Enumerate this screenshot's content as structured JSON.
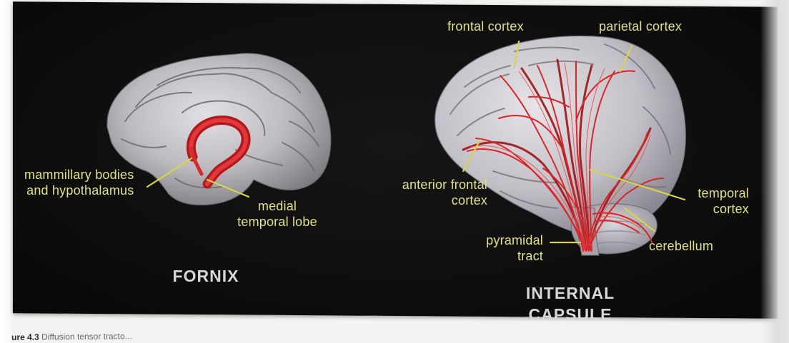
{
  "figure": {
    "left_panel": {
      "title": "FORNIX",
      "labels": {
        "mammillary": "mammillary bodies\nand hypothalamus",
        "medial": "medial\ntemporal lobe"
      }
    },
    "right_panel": {
      "title": "INTERNAL\nCAPSULE",
      "labels": {
        "frontal": "frontal cortex",
        "parietal": "parietal cortex",
        "anterior_frontal": "anterior frontal\ncortex",
        "temporal": "temporal\ncortex",
        "pyramidal": "pyramidal\ntract",
        "cerebellum": "cerebellum"
      }
    },
    "caption": {
      "figure_number": "ure 4.3",
      "text": "Diffusion tensor tracto..."
    }
  },
  "colors": {
    "background": "#0e0e0e",
    "label_yellow": "#e3e08a",
    "leader_line": "#d8d44a",
    "tract_red": "#d8262a",
    "brain_gray": "#bdb9be",
    "title_white": "#d7d7d7"
  }
}
